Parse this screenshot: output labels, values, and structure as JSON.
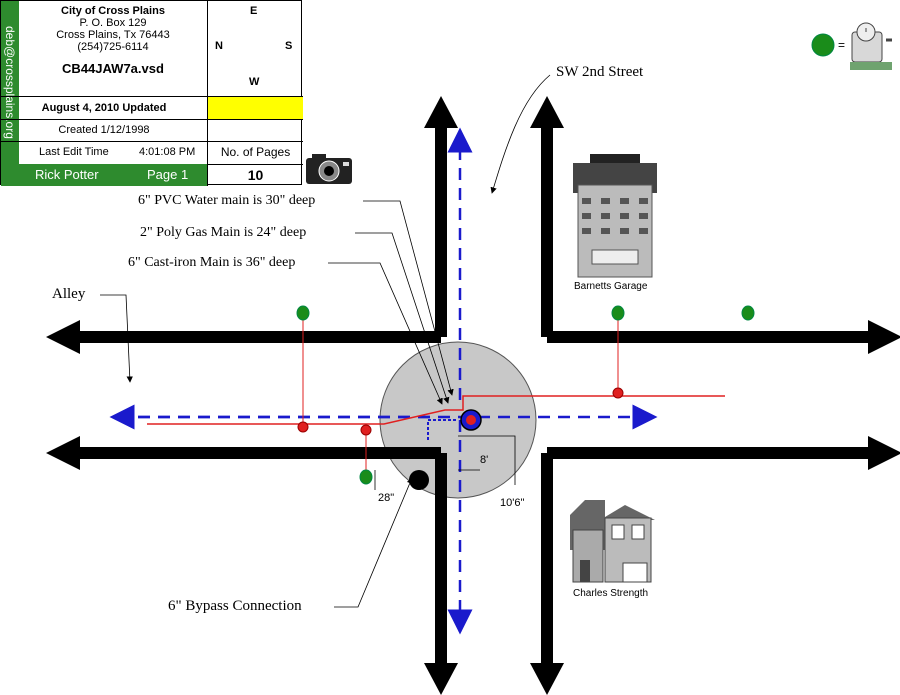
{
  "title_block": {
    "side_text": "deb@crossplains.org",
    "org": "City of Cross Plains",
    "address1": "P. O. Box 129",
    "address2": "Cross Plains, Tx  76443",
    "phone": "(254)725-6114",
    "file": "CB44JAW7a.vsd",
    "updated": "August 4, 2010 Updated",
    "created": "Created 1/12/1998",
    "edit_label": "Last Edit Time",
    "edit_time": "4:01:08 PM",
    "pages_label": "No. of Pages",
    "pages_value": "10",
    "author": "Rick Potter",
    "page": "Page 1",
    "highlight_color": "#ffff00"
  },
  "compass": {
    "n": "N",
    "s": "S",
    "e": "E",
    "w": "W"
  },
  "legend": {
    "symbol": "=",
    "symbol_color": "#1a8c1a",
    "meaning_icon": "gas-meter-icon"
  },
  "streets": {
    "main": "SW 2nd Street",
    "alley": "Alley"
  },
  "callouts": {
    "pvc": "6\" PVC Water main is 30\" deep",
    "gas": "2\" Poly Gas Main is 24\" deep",
    "cast_iron": "6\" Cast-iron Main is 36\" deep",
    "bypass": "6\" Bypass Connection"
  },
  "dimensions": {
    "d8": "8'",
    "d28": "28\"",
    "d106": "10'6\""
  },
  "buildings": {
    "garage": "Barnetts Garage",
    "house": "Charles Strength"
  },
  "colors": {
    "water_main": "#1a1acc",
    "gas_line": "#e02020",
    "meter": "#1a8c1a",
    "road": "#000000"
  }
}
